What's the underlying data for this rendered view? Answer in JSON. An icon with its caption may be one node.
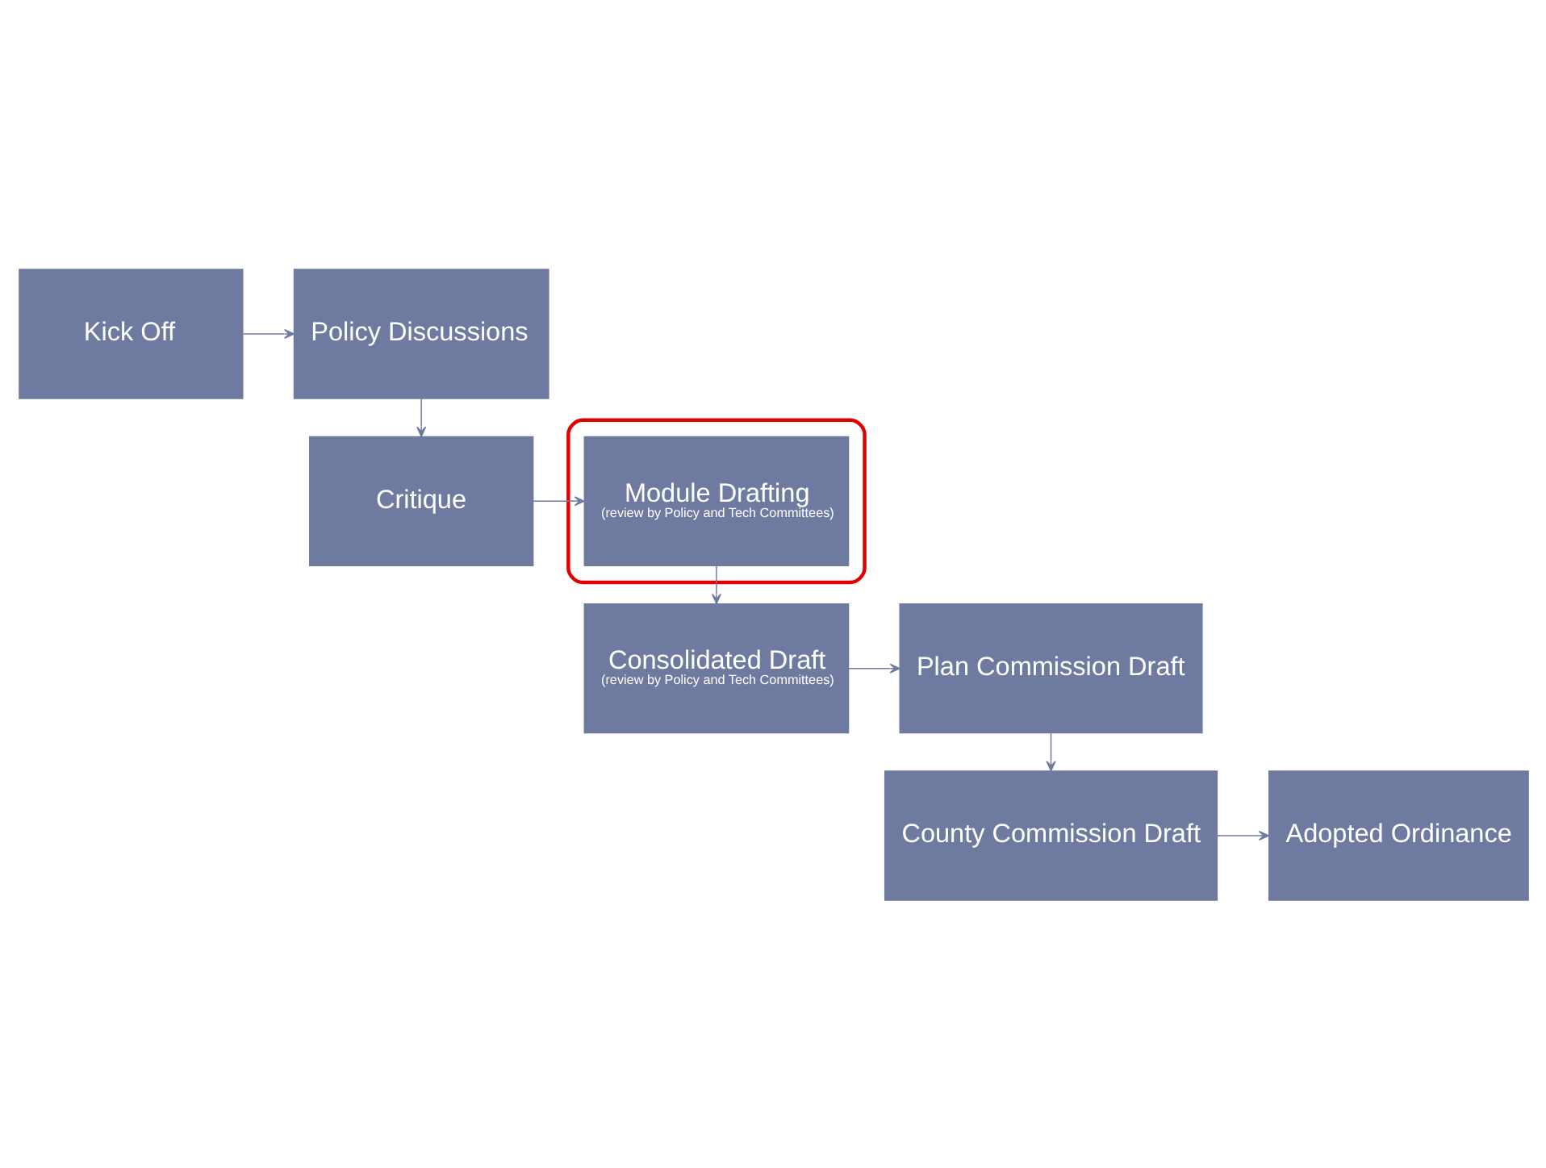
{
  "diagram": {
    "nodes": [
      {
        "text": [
          "Kick Off"
        ]
      },
      {
        "text": [
          "Policy Discussions"
        ]
      },
      {
        "text": [
          "Critique"
        ]
      },
      {
        "text": [],
        "shape": "ellipse"
      },
      {
        "text": [
          "Module Drafting",
          "(review by Policy and Tech Committees)"
        ],
        "in": 3
      },
      {
        "text": [
          "Consolidated Draft",
          "(review by Policy and Tech Committees)"
        ]
      },
      {
        "text": [
          "Plan Commission Draft"
        ]
      },
      {
        "text": [
          "County Commission Draft"
        ]
      },
      {
        "text": [
          "Adopted Ordinance"
        ]
      }
    ],
    "edges": [
      {
        "from": 0,
        "to": 1,
        "arrow": "to"
      },
      {
        "from": 1,
        "to": 2,
        "arrow": "to"
      },
      {
        "from": 2,
        "to": 4,
        "arrow": "to"
      },
      {
        "from": 4,
        "to": 5,
        "arrow": "to"
      },
      {
        "from": 5,
        "to": 6,
        "arrow": "to"
      },
      {
        "from": 6,
        "to": 7,
        "arrow": "to"
      },
      {
        "from": 7,
        "to": 8,
        "arrow": "to"
      }
    ]
  }
}
